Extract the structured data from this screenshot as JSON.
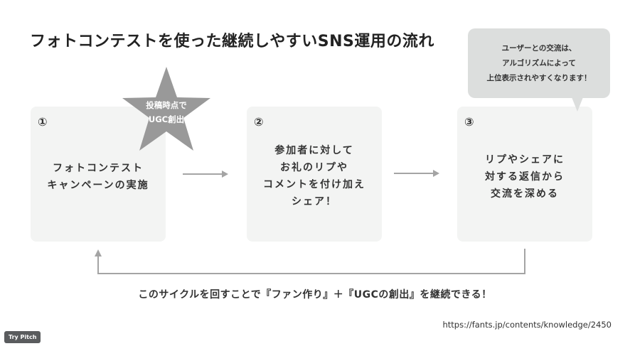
{
  "title": "フォトコンテストを使った継続しやすいSNS運用の流れ",
  "star_badge": {
    "text": "投稿時点で\nUGC創出"
  },
  "speech_bubble": {
    "text": "ユーザーとの交流は、\nアルゴリズムによって\n上位表示されやすくなります！"
  },
  "steps": [
    {
      "number": "①",
      "text": "フォトコンテスト\nキャンペーンの実施"
    },
    {
      "number": "②",
      "text": "参加者に対して\nお礼のリプや\nコメントを付け加え\nシェア！"
    },
    {
      "number": "③",
      "text": "リプやシェアに\n対する返信から\n交流を深める"
    }
  ],
  "cycle_caption": "このサイクルを回すことで『ファン作り』＋『UGCの創出』を継続できる！",
  "source_url": "https://fants.jp/contents/knowledge/2450",
  "watermark": "Try Pitch",
  "colors": {
    "card_bg": "#f3f4f3",
    "star": "#999999",
    "bubble": "#dcdedd",
    "arrow": "#a4a4a4",
    "text": "#333333"
  }
}
